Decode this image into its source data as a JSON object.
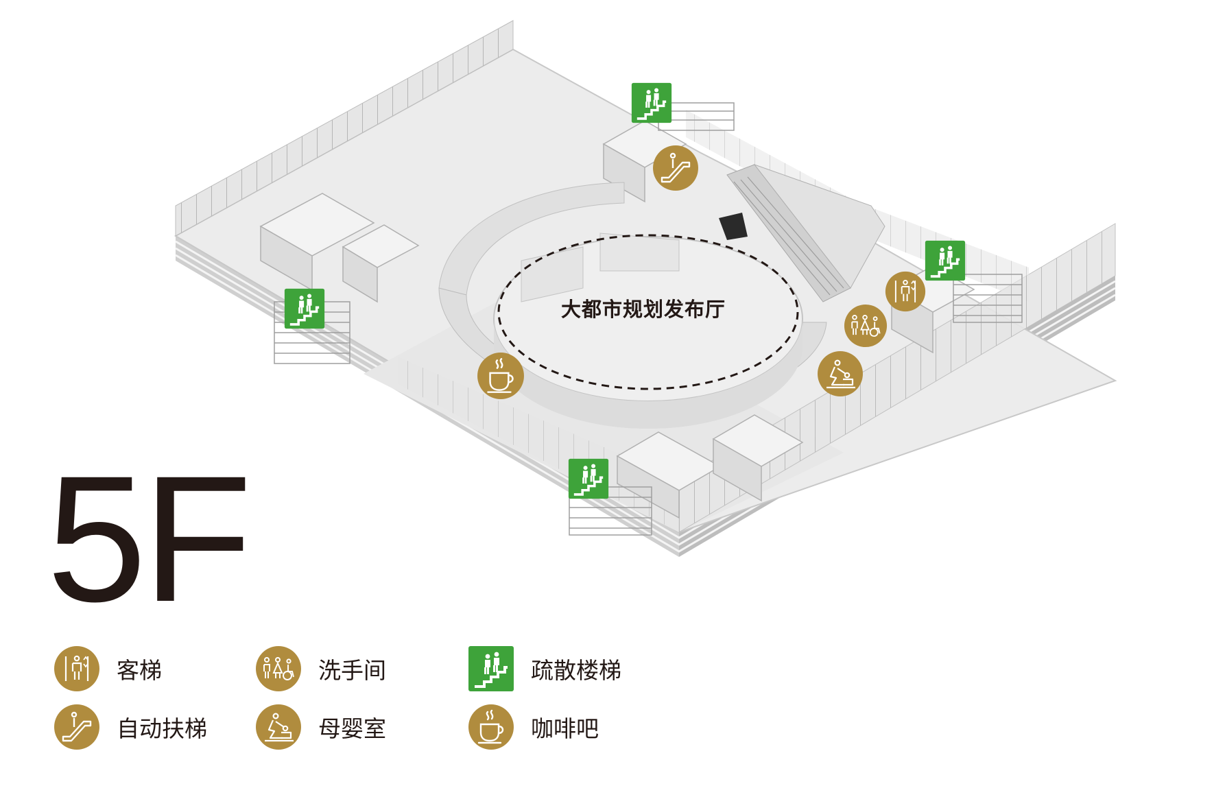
{
  "floor": {
    "label": "5F"
  },
  "hall": {
    "label": "大都市规划发布厅"
  },
  "colors": {
    "gold": "#B08C3E",
    "green": "#3EA33A",
    "text": "#231815",
    "building_light": "#EFEFEF",
    "building_mid": "#DADADA",
    "building_dark": "#B9B9B9"
  },
  "map_markers": [
    {
      "icon": "evacuation-stairs-icon",
      "type": "evacuation_stairs"
    },
    {
      "icon": "escalator-icon",
      "type": "escalator"
    },
    {
      "icon": "evacuation-stairs-icon",
      "type": "evacuation_stairs"
    },
    {
      "icon": "evacuation-stairs-icon",
      "type": "evacuation_stairs"
    },
    {
      "icon": "elevator-icon",
      "type": "elevator"
    },
    {
      "icon": "restroom-icon",
      "type": "restroom"
    },
    {
      "icon": "nursing-room-icon",
      "type": "nursing_room"
    },
    {
      "icon": "coffee-icon",
      "type": "cafe"
    },
    {
      "icon": "evacuation-stairs-icon",
      "type": "evacuation_stairs"
    }
  ],
  "legend": [
    {
      "icon": "elevator-icon",
      "label": "客梯"
    },
    {
      "icon": "restroom-icon",
      "label": "洗手间"
    },
    {
      "icon": "evacuation-stairs-icon",
      "label": "疏散楼梯"
    },
    {
      "icon": "escalator-icon",
      "label": "自动扶梯"
    },
    {
      "icon": "nursing-room-icon",
      "label": "母婴室"
    },
    {
      "icon": "coffee-icon",
      "label": "咖啡吧"
    }
  ]
}
